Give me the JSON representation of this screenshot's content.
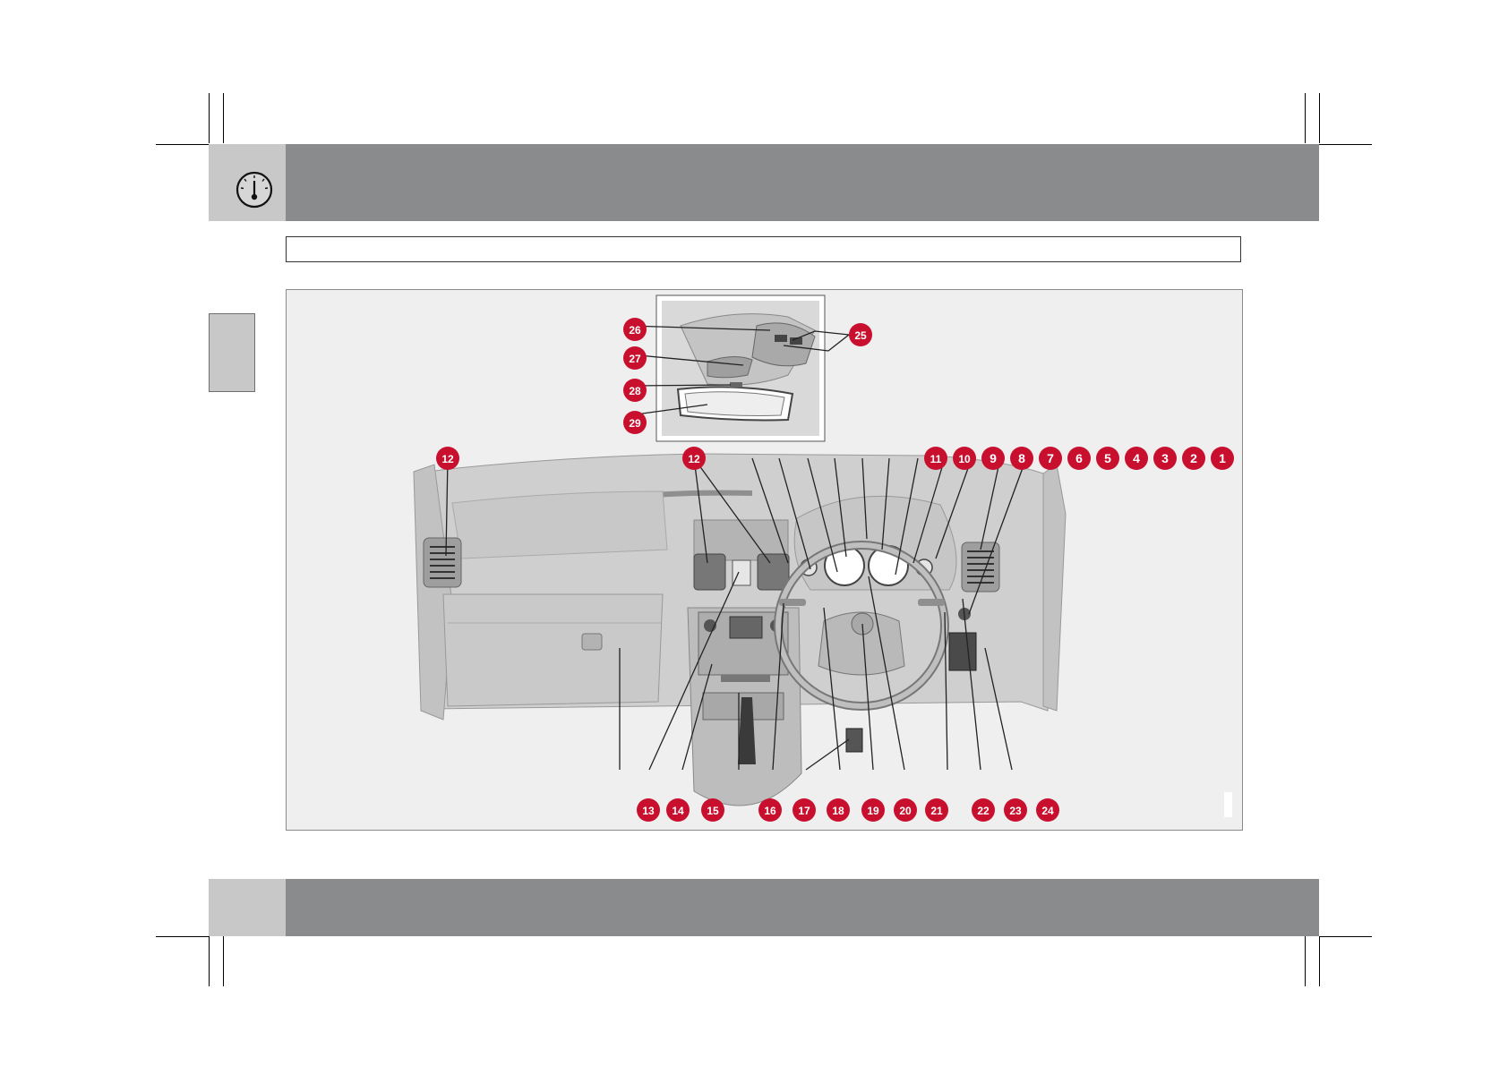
{
  "colors": {
    "accent": "#c8102e",
    "header_bar": "#8a8b8c",
    "tab": "#c8c8c8",
    "figure_bg": "#efefef"
  },
  "header": {
    "icon": "gauge-icon"
  },
  "figure": {
    "callouts": [
      {
        "label": "1"
      },
      {
        "label": "2"
      },
      {
        "label": "3"
      },
      {
        "label": "4"
      },
      {
        "label": "5"
      },
      {
        "label": "6"
      },
      {
        "label": "7"
      },
      {
        "label": "8"
      },
      {
        "label": "9"
      },
      {
        "label": "10"
      },
      {
        "label": "11"
      },
      {
        "label": "12"
      },
      {
        "label": "12"
      },
      {
        "label": "13"
      },
      {
        "label": "14"
      },
      {
        "label": "15"
      },
      {
        "label": "16"
      },
      {
        "label": "17"
      },
      {
        "label": "18"
      },
      {
        "label": "19"
      },
      {
        "label": "20"
      },
      {
        "label": "21"
      },
      {
        "label": "22"
      },
      {
        "label": "23"
      },
      {
        "label": "24"
      },
      {
        "label": "25"
      },
      {
        "label": "26"
      },
      {
        "label": "27"
      },
      {
        "label": "28"
      },
      {
        "label": "29"
      }
    ]
  }
}
